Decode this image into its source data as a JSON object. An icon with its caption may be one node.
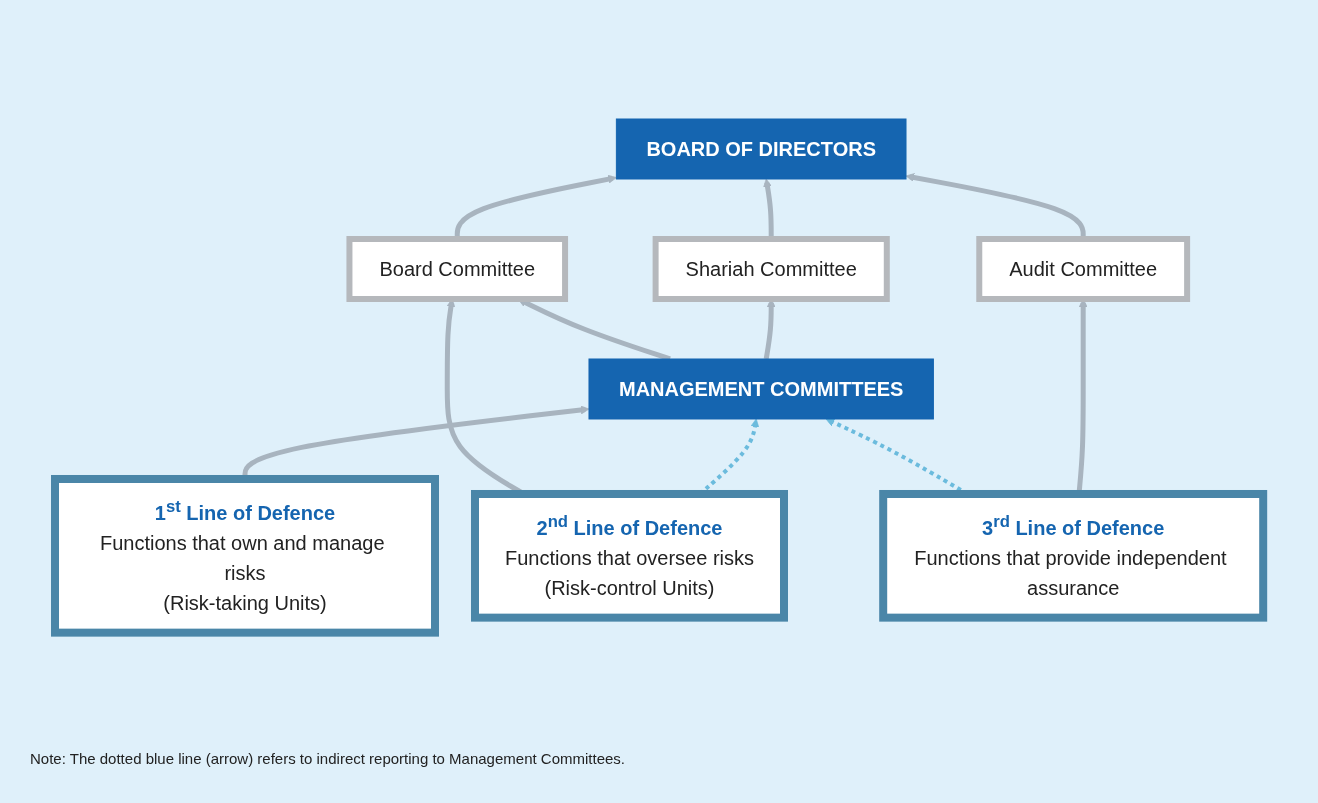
{
  "diagram": {
    "nodes": [
      {
        "text": [
          "BOARD OF DIRECTORS"
        ]
      },
      {
        "text": [
          "Board Committee"
        ]
      },
      {
        "text": [
          "Shariah Committee"
        ]
      },
      {
        "text": [
          "Audit Committee"
        ]
      },
      {
        "text": [
          "MANAGEMENT COMMITTEES"
        ]
      },
      {
        "text": [
          "1$^{st}$ Line of Defence",
          "Functions that own and manage risks",
          "(Risk-taking Units)"
        ]
      },
      {
        "text": [
          "2$^{nd}$ Line of Defence",
          "Functions that oversee risks",
          "(Risk-control Units)"
        ]
      },
      {
        "text": [
          "3$^{rd}$ Line of Defence",
          "Functions that provide independent assurance"
        ]
      }
    ],
    "edges": [
      {
        "from": 1,
        "to": 0,
        "arrow": "to"
      },
      {
        "from": 2,
        "to": 0,
        "arrow": "to"
      },
      {
        "from": 3,
        "to": 0,
        "arrow": "to"
      },
      {
        "from": 4,
        "to": 1,
        "arrow": "to"
      },
      {
        "from": 6,
        "to": 1,
        "arrow": "to"
      },
      {
        "from": 4,
        "to": 2,
        "arrow": "to"
      },
      {
        "from": 5,
        "to": 4,
        "arrow": "to"
      },
      {
        "from": 6,
        "to": 4,
        "arrow": "to",
        "style": "dashed",
        "color": "#6bbbdd"
      },
      {
        "from": 7,
        "to": 4,
        "arrow": "to",
        "style": "dashed",
        "color": "#6bbbdd"
      },
      {
        "from": 7,
        "to": 3,
        "arrow": "to"
      }
    ],
    "labels": [
      "Note: The dotted blue line (arrow) refers to indirect reporting to Management Committees."
    ]
  }
}
